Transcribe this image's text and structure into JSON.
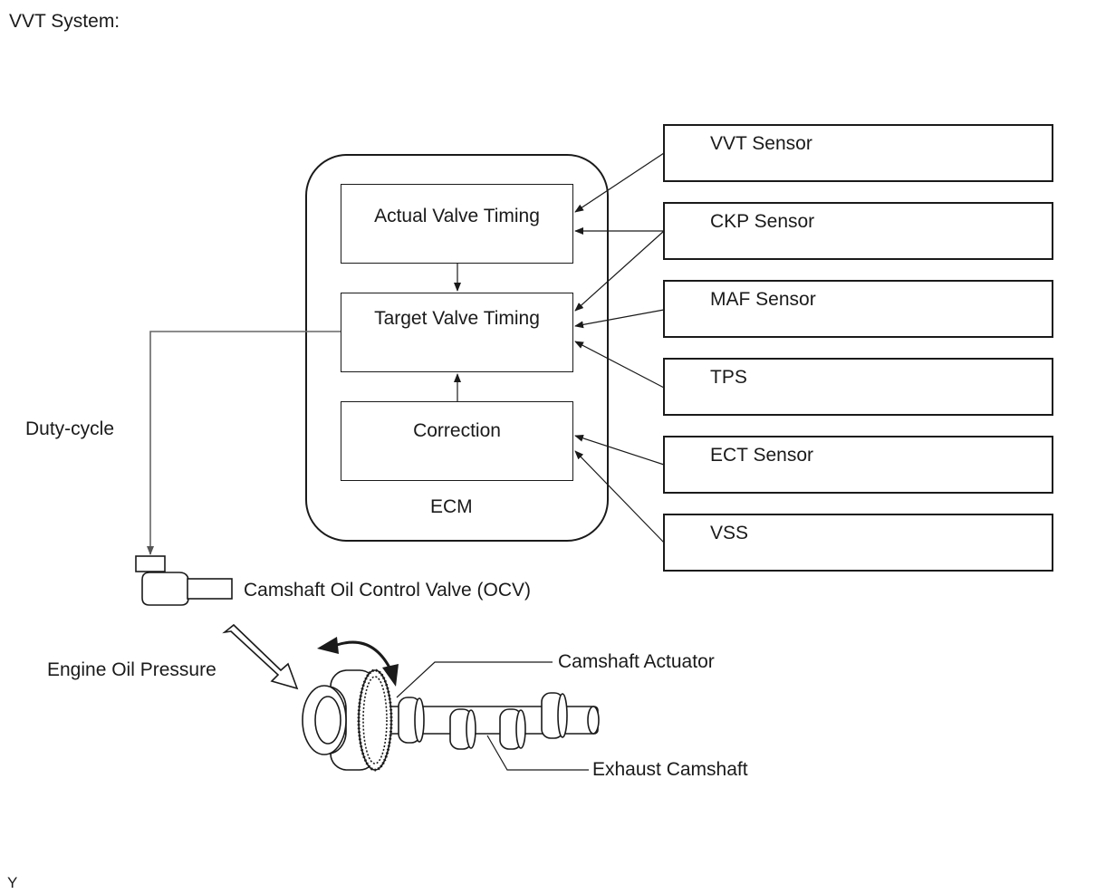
{
  "title": "VVT System:",
  "ecm": {
    "label": "ECM",
    "blocks": {
      "actual": "Actual Valve Timing",
      "target": "Target Valve Timing",
      "correction": "Correction"
    }
  },
  "sensors": [
    {
      "label": "VVT Sensor"
    },
    {
      "label": "CKP Sensor"
    },
    {
      "label": "MAF Sensor"
    },
    {
      "label": "TPS"
    },
    {
      "label": "ECT Sensor"
    },
    {
      "label": "VSS"
    }
  ],
  "labels": {
    "duty_cycle": "Duty-cycle",
    "ocv": "Camshaft Oil Control Valve (OCV)",
    "engine_oil_pressure": "Engine Oil Pressure",
    "camshaft_actuator": "Camshaft Actuator",
    "exhaust_camshaft": "Exhaust Camshaft"
  },
  "footer_mark": "Y"
}
